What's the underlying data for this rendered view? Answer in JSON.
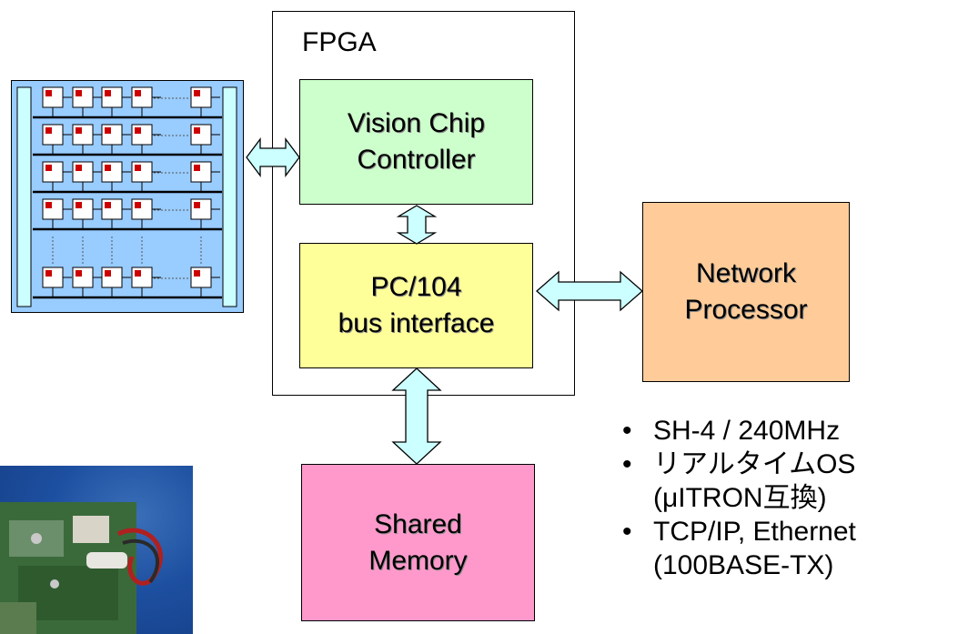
{
  "fpga": {
    "title": "FPGA"
  },
  "vision_chip_controller": {
    "line1": "Vision Chip",
    "line2": "Controller"
  },
  "pc104_bus_interface": {
    "line1": "PC/104",
    "line2": "bus interface"
  },
  "network_processor": {
    "line1": "Network",
    "line2": "Processor"
  },
  "shared_memory": {
    "line1": "Shared",
    "line2": "Memory"
  },
  "bullets": [
    {
      "lines": [
        "SH-4 / 240MHz"
      ]
    },
    {
      "lines": [
        "リアルタイムOS",
        "(μITRON互換)"
      ]
    },
    {
      "lines": [
        "TCP/IP, Ethernet",
        "(100BASE-TX)"
      ]
    }
  ],
  "colors": {
    "vision_box": "#ccffcc",
    "pc104_box": "#ffff99",
    "network_box": "#ffcc99",
    "memory_box": "#ff99cc",
    "arrow_fill": "#ccffff",
    "chip_bg": "#99ccff",
    "pe_marker": "#cc0000"
  },
  "icons": {
    "vision_chip": "pixel-processor-array-icon",
    "board_photo": "board-photo-icon"
  }
}
